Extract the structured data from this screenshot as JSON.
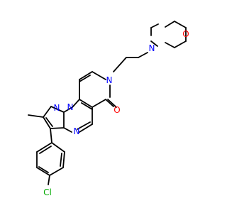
{
  "molecule": {
    "atoms": {
      "n_morpholine": "N",
      "o_morpholine": "O",
      "n_pyridinone": "N",
      "o_carbonyl": "O",
      "n_pyrazole_1": "N",
      "n_pyrazole_2": "N",
      "n_pyrimidine": "N",
      "cl": "Cl"
    },
    "colors": {
      "bond": "#000000",
      "nitrogen": "#0000ff",
      "oxygen": "#ff0000",
      "chlorine": "#00aa00"
    }
  }
}
